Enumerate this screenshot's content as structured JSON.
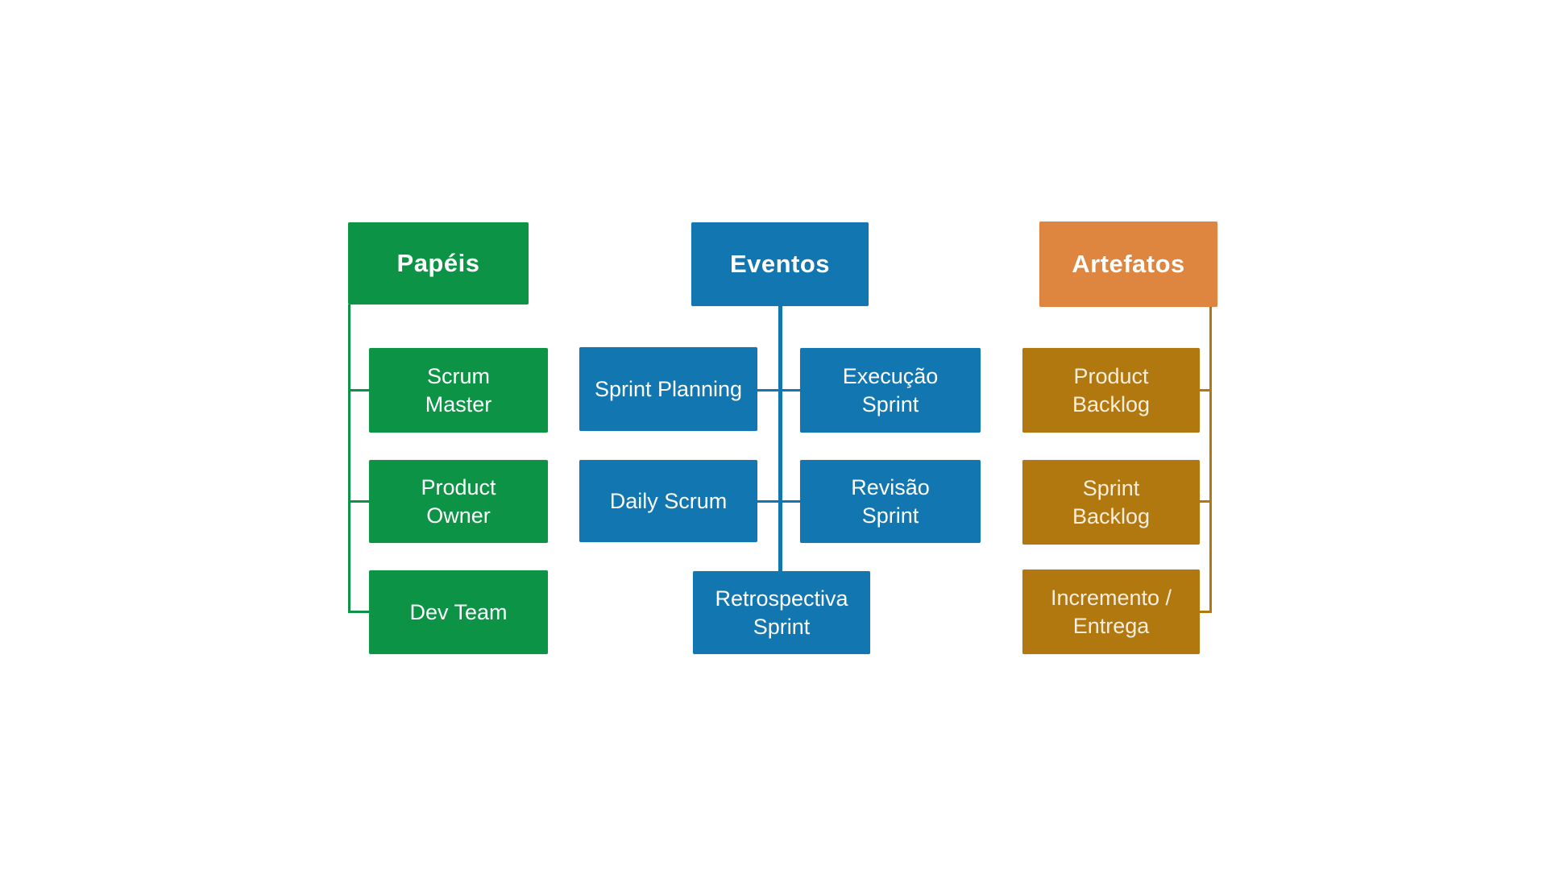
{
  "colors": {
    "background": "#ffffff",
    "green": "#0d9346",
    "blue": "#1277b1",
    "orange": "#de8540",
    "ochre": "#b0780e",
    "text": "#ffffff",
    "text_on_ochre": "#f6eedd"
  },
  "diagram": {
    "columns": [
      {
        "id": "papeis",
        "header": {
          "label": "Papéis"
        },
        "items": [
          {
            "label": "Scrum\nMaster"
          },
          {
            "label": "Product\nOwner"
          },
          {
            "label": "Dev Team"
          }
        ]
      },
      {
        "id": "eventos",
        "header": {
          "label": "Eventos"
        },
        "items": [
          {
            "label": "Sprint Planning"
          },
          {
            "label": "Daily Scrum"
          },
          {
            "label": "Execução\nSprint"
          },
          {
            "label": "Revisão\nSprint"
          },
          {
            "label": "Retrospectiva\nSprint"
          }
        ]
      },
      {
        "id": "artefatos",
        "header": {
          "label": "Artefatos"
        },
        "items": [
          {
            "label": "Product\nBacklog"
          },
          {
            "label": "Sprint\nBacklog"
          },
          {
            "label": "Incremento /\nEntrega"
          }
        ]
      }
    ]
  }
}
